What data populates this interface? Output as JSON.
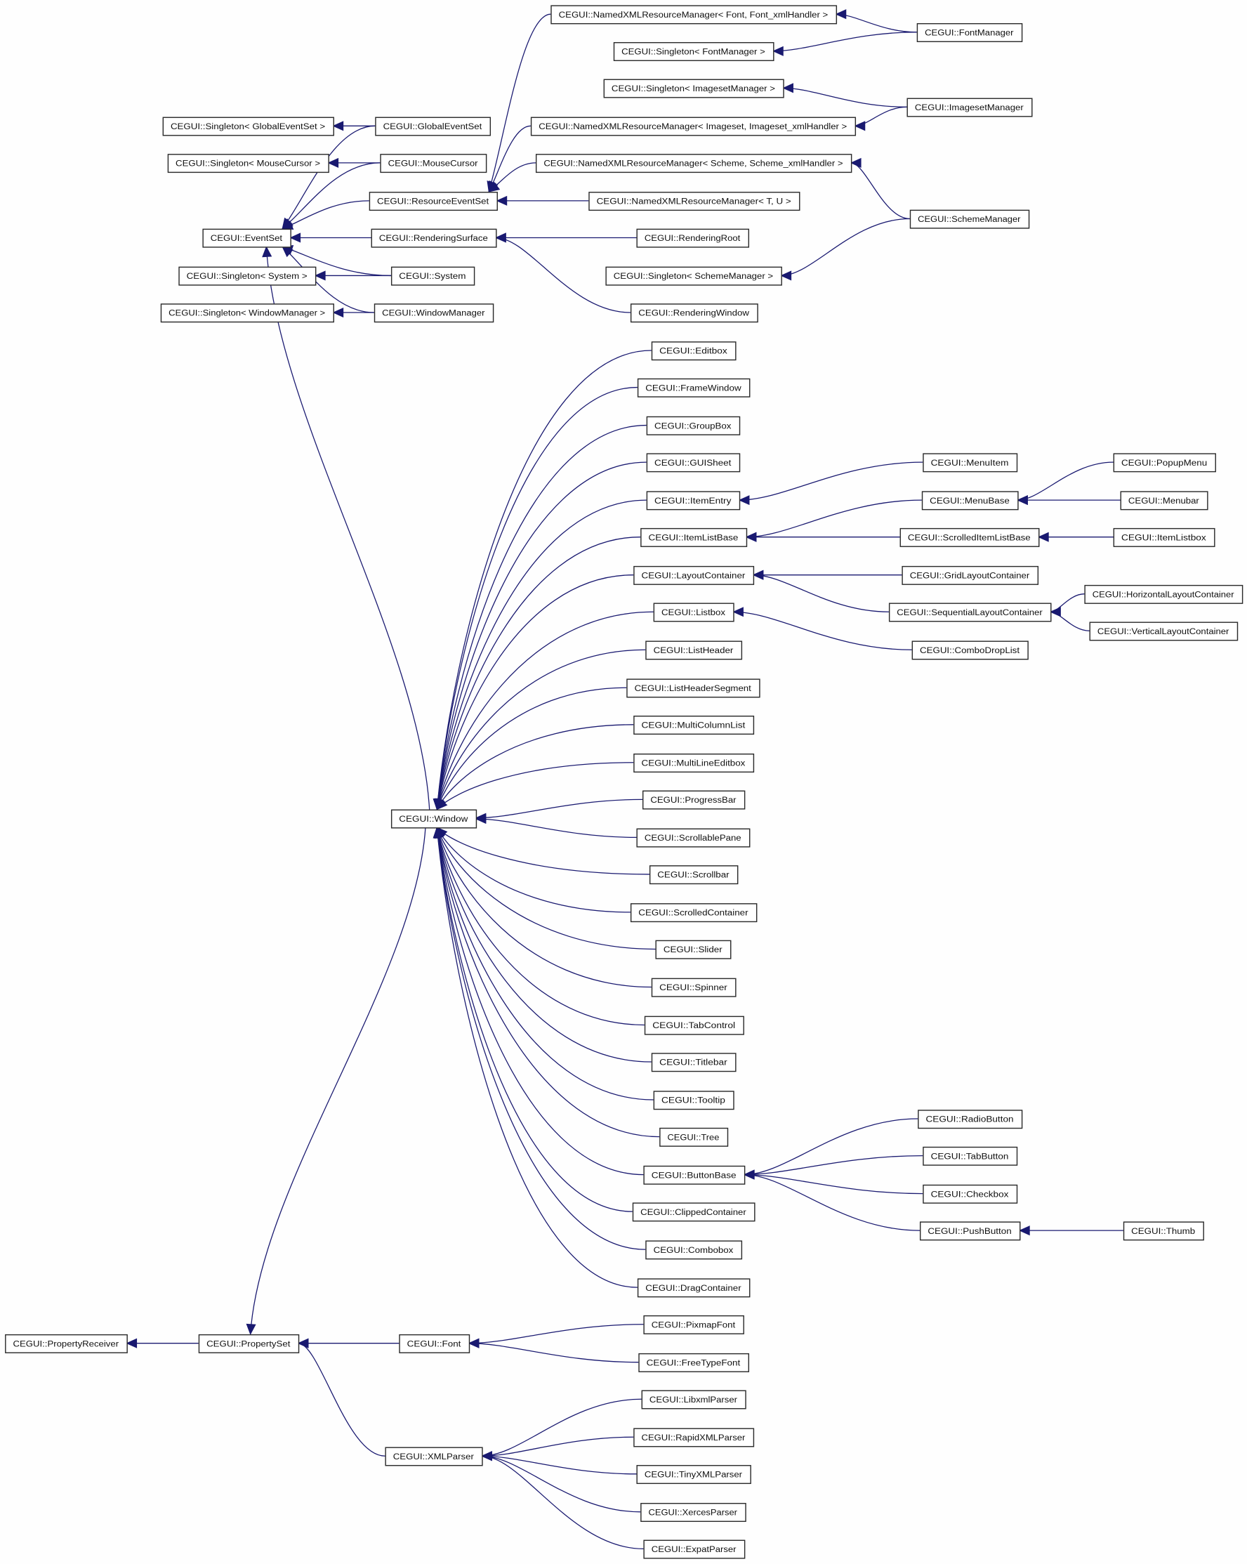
{
  "diagram": {
    "type": "class-inheritance-graph",
    "line_color": "#191970",
    "nodes": [
      {
        "id": "nxrm_font",
        "label": "CEGUI::NamedXMLResourceManager< Font, Font_xmlHandler >"
      },
      {
        "id": "fontmgr",
        "label": "CEGUI::FontManager"
      },
      {
        "id": "sing_fontmgr",
        "label": "CEGUI::Singleton< FontManager >"
      },
      {
        "id": "sing_imgmgr",
        "label": "CEGUI::Singleton< ImagesetManager >"
      },
      {
        "id": "imgmgr",
        "label": "CEGUI::ImagesetManager"
      },
      {
        "id": "nxrm_img",
        "label": "CEGUI::NamedXMLResourceManager< Imageset, Imageset_xmlHandler >"
      },
      {
        "id": "sing_ges",
        "label": "CEGUI::Singleton< GlobalEventSet >"
      },
      {
        "id": "ges",
        "label": "CEGUI::GlobalEventSet"
      },
      {
        "id": "sing_mc",
        "label": "CEGUI::Singleton< MouseCursor >"
      },
      {
        "id": "mc",
        "label": "CEGUI::MouseCursor"
      },
      {
        "id": "nxrm_scheme",
        "label": "CEGUI::NamedXMLResourceManager< Scheme, Scheme_xmlHandler >"
      },
      {
        "id": "res",
        "label": "CEGUI::ResourceEventSet"
      },
      {
        "id": "nxrm_tu",
        "label": "CEGUI::NamedXMLResourceManager< T, U >"
      },
      {
        "id": "schememgr",
        "label": "CEGUI::SchemeManager"
      },
      {
        "id": "eventset",
        "label": "CEGUI::EventSet"
      },
      {
        "id": "rsurf",
        "label": "CEGUI::RenderingSurface"
      },
      {
        "id": "rroot",
        "label": "CEGUI::RenderingRoot"
      },
      {
        "id": "sing_sys",
        "label": "CEGUI::Singleton< System >"
      },
      {
        "id": "system",
        "label": "CEGUI::System"
      },
      {
        "id": "sing_schememgr",
        "label": "CEGUI::Singleton< SchemeManager >"
      },
      {
        "id": "sing_wm",
        "label": "CEGUI::Singleton< WindowManager >"
      },
      {
        "id": "wm",
        "label": "CEGUI::WindowManager"
      },
      {
        "id": "rwin",
        "label": "CEGUI::RenderingWindow"
      },
      {
        "id": "editbox",
        "label": "CEGUI::Editbox"
      },
      {
        "id": "framewindow",
        "label": "CEGUI::FrameWindow"
      },
      {
        "id": "groupbox",
        "label": "CEGUI::GroupBox"
      },
      {
        "id": "guisheet",
        "label": "CEGUI::GUISheet"
      },
      {
        "id": "itementry",
        "label": "CEGUI::ItemEntry"
      },
      {
        "id": "itemlistbase",
        "label": "CEGUI::ItemListBase"
      },
      {
        "id": "layoutcontainer",
        "label": "CEGUI::LayoutContainer"
      },
      {
        "id": "listbox",
        "label": "CEGUI::Listbox"
      },
      {
        "id": "listheader",
        "label": "CEGUI::ListHeader"
      },
      {
        "id": "listheadersegment",
        "label": "CEGUI::ListHeaderSegment"
      },
      {
        "id": "multicolumnlist",
        "label": "CEGUI::MultiColumnList"
      },
      {
        "id": "multilineeditbox",
        "label": "CEGUI::MultiLineEditbox"
      },
      {
        "id": "progressbar",
        "label": "CEGUI::ProgressBar"
      },
      {
        "id": "scrollablepane",
        "label": "CEGUI::ScrollablePane"
      },
      {
        "id": "scrollbar",
        "label": "CEGUI::Scrollbar"
      },
      {
        "id": "scrolledcontainer",
        "label": "CEGUI::ScrolledContainer"
      },
      {
        "id": "slider",
        "label": "CEGUI::Slider"
      },
      {
        "id": "spinner",
        "label": "CEGUI::Spinner"
      },
      {
        "id": "tabcontrol",
        "label": "CEGUI::TabControl"
      },
      {
        "id": "titlebar",
        "label": "CEGUI::Titlebar"
      },
      {
        "id": "tooltip",
        "label": "CEGUI::Tooltip"
      },
      {
        "id": "tree",
        "label": "CEGUI::Tree"
      },
      {
        "id": "buttonbase",
        "label": "CEGUI::ButtonBase"
      },
      {
        "id": "clippedcontainer",
        "label": "CEGUI::ClippedContainer"
      },
      {
        "id": "combobox",
        "label": "CEGUI::Combobox"
      },
      {
        "id": "dragcontainer",
        "label": "CEGUI::DragContainer"
      },
      {
        "id": "window",
        "label": "CEGUI::Window"
      },
      {
        "id": "menuitem",
        "label": "CEGUI::MenuItem"
      },
      {
        "id": "menubase",
        "label": "CEGUI::MenuBase"
      },
      {
        "id": "scrolleditemlistbase",
        "label": "CEGUI::ScrolledItemListBase"
      },
      {
        "id": "gridlayout",
        "label": "CEGUI::GridLayoutContainer"
      },
      {
        "id": "seqlayout",
        "label": "CEGUI::SequentialLayoutContainer"
      },
      {
        "id": "combodroplist",
        "label": "CEGUI::ComboDropList"
      },
      {
        "id": "popupmenu",
        "label": "CEGUI::PopupMenu"
      },
      {
        "id": "menubar",
        "label": "CEGUI::Menubar"
      },
      {
        "id": "itemlistbox",
        "label": "CEGUI::ItemListbox"
      },
      {
        "id": "horizlayout",
        "label": "CEGUI::HorizontalLayoutContainer"
      },
      {
        "id": "vertlayout",
        "label": "CEGUI::VerticalLayoutContainer"
      },
      {
        "id": "radiobutton",
        "label": "CEGUI::RadioButton"
      },
      {
        "id": "tabbutton",
        "label": "CEGUI::TabButton"
      },
      {
        "id": "checkbox",
        "label": "CEGUI::Checkbox"
      },
      {
        "id": "pushbutton",
        "label": "CEGUI::PushButton"
      },
      {
        "id": "thumb",
        "label": "CEGUI::Thumb"
      },
      {
        "id": "propreceiver",
        "label": "CEGUI::PropertyReceiver"
      },
      {
        "id": "propset",
        "label": "CEGUI::PropertySet"
      },
      {
        "id": "font",
        "label": "CEGUI::Font"
      },
      {
        "id": "pixmapfont",
        "label": "CEGUI::PixmapFont"
      },
      {
        "id": "freetypefont",
        "label": "CEGUI::FreeTypeFont"
      },
      {
        "id": "xmlparser",
        "label": "CEGUI::XMLParser"
      },
      {
        "id": "libxmlparser",
        "label": "CEGUI::LibxmlParser"
      },
      {
        "id": "rapidxmlparser",
        "label": "CEGUI::RapidXMLParser"
      },
      {
        "id": "tinyxmlparser",
        "label": "CEGUI::TinyXMLParser"
      },
      {
        "id": "xercesparser",
        "label": "CEGUI::XercesParser"
      },
      {
        "id": "expatparser",
        "label": "CEGUI::ExpatParser"
      }
    ],
    "edges": [
      [
        "nxrm_font",
        "fontmgr"
      ],
      [
        "sing_fontmgr",
        "fontmgr"
      ],
      [
        "sing_imgmgr",
        "imgmgr"
      ],
      [
        "nxrm_img",
        "imgmgr"
      ],
      [
        "nxrm_scheme",
        "schememgr"
      ],
      [
        "sing_schememgr",
        "schememgr"
      ],
      [
        "res",
        "nxrm_font"
      ],
      [
        "res",
        "nxrm_img"
      ],
      [
        "res",
        "nxrm_scheme"
      ],
      [
        "res",
        "nxrm_tu"
      ],
      [
        "sing_ges",
        "ges"
      ],
      [
        "sing_mc",
        "mc"
      ],
      [
        "sing_sys",
        "system"
      ],
      [
        "sing_wm",
        "wm"
      ],
      [
        "eventset",
        "ges"
      ],
      [
        "eventset",
        "mc"
      ],
      [
        "eventset",
        "res"
      ],
      [
        "eventset",
        "rsurf"
      ],
      [
        "eventset",
        "system"
      ],
      [
        "eventset",
        "wm"
      ],
      [
        "eventset",
        "window"
      ],
      [
        "rsurf",
        "rroot"
      ],
      [
        "rsurf",
        "rwin"
      ],
      [
        "window",
        "editbox"
      ],
      [
        "window",
        "framewindow"
      ],
      [
        "window",
        "groupbox"
      ],
      [
        "window",
        "guisheet"
      ],
      [
        "window",
        "itementry"
      ],
      [
        "window",
        "itemlistbase"
      ],
      [
        "window",
        "layoutcontainer"
      ],
      [
        "window",
        "listbox"
      ],
      [
        "window",
        "listheader"
      ],
      [
        "window",
        "listheadersegment"
      ],
      [
        "window",
        "multicolumnlist"
      ],
      [
        "window",
        "multilineeditbox"
      ],
      [
        "window",
        "progressbar"
      ],
      [
        "window",
        "scrollablepane"
      ],
      [
        "window",
        "scrollbar"
      ],
      [
        "window",
        "scrolledcontainer"
      ],
      [
        "window",
        "slider"
      ],
      [
        "window",
        "spinner"
      ],
      [
        "window",
        "tabcontrol"
      ],
      [
        "window",
        "titlebar"
      ],
      [
        "window",
        "tooltip"
      ],
      [
        "window",
        "tree"
      ],
      [
        "window",
        "buttonbase"
      ],
      [
        "window",
        "clippedcontainer"
      ],
      [
        "window",
        "combobox"
      ],
      [
        "window",
        "dragcontainer"
      ],
      [
        "itementry",
        "menuitem"
      ],
      [
        "itemlistbase",
        "menubase"
      ],
      [
        "itemlistbase",
        "scrolleditemlistbase"
      ],
      [
        "menubase",
        "popupmenu"
      ],
      [
        "menubase",
        "menubar"
      ],
      [
        "scrolleditemlistbase",
        "itemlistbox"
      ],
      [
        "layoutcontainer",
        "gridlayout"
      ],
      [
        "layoutcontainer",
        "seqlayout"
      ],
      [
        "seqlayout",
        "horizlayout"
      ],
      [
        "seqlayout",
        "vertlayout"
      ],
      [
        "listbox",
        "combodroplist"
      ],
      [
        "buttonbase",
        "radiobutton"
      ],
      [
        "buttonbase",
        "tabbutton"
      ],
      [
        "buttonbase",
        "checkbox"
      ],
      [
        "buttonbase",
        "pushbutton"
      ],
      [
        "pushbutton",
        "thumb"
      ],
      [
        "propreceiver",
        "propset"
      ],
      [
        "propset",
        "window"
      ],
      [
        "propset",
        "font"
      ],
      [
        "propset",
        "xmlparser"
      ],
      [
        "font",
        "pixmapfont"
      ],
      [
        "font",
        "freetypefont"
      ],
      [
        "xmlparser",
        "libxmlparser"
      ],
      [
        "xmlparser",
        "rapidxmlparser"
      ],
      [
        "xmlparser",
        "tinyxmlparser"
      ],
      [
        "xmlparser",
        "xercesparser"
      ],
      [
        "xmlparser",
        "expatparser"
      ]
    ]
  }
}
